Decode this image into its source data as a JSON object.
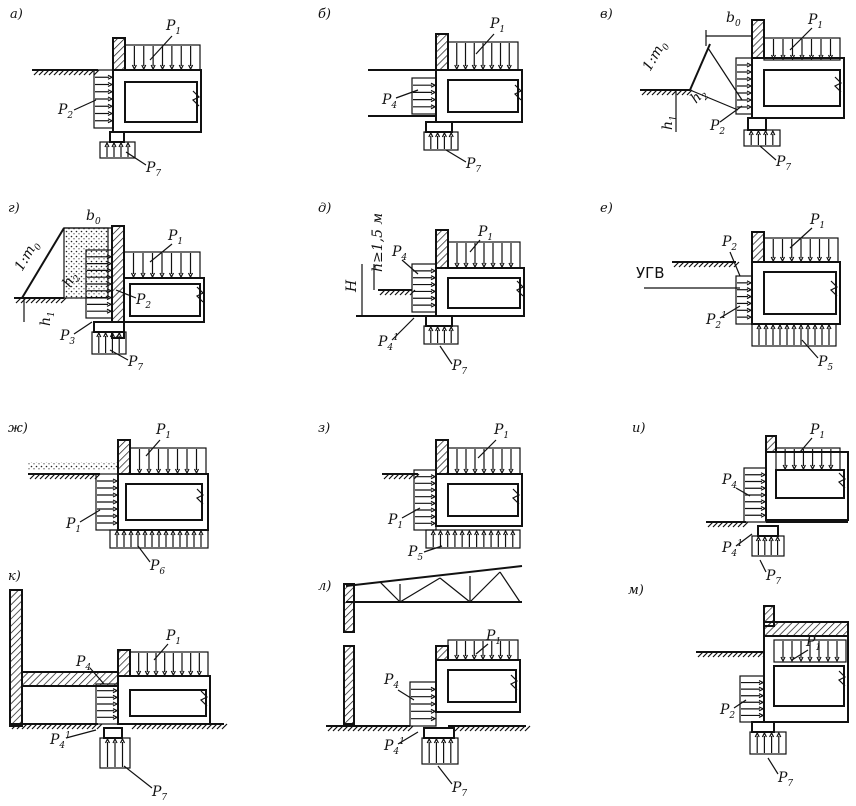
{
  "panels": [
    {
      "letter": "а)",
      "labels": [
        [
          "P",
          "1",
          ""
        ],
        [
          "P",
          "2",
          ""
        ],
        [
          "P",
          "7",
          ""
        ]
      ]
    },
    {
      "letter": "б)",
      "labels": [
        [
          "P",
          "1",
          ""
        ],
        [
          "P",
          "4",
          ""
        ],
        [
          "P",
          "7",
          ""
        ]
      ]
    },
    {
      "letter": "в)",
      "labels": [
        [
          "P",
          "1",
          ""
        ],
        [
          "P",
          "2",
          ""
        ],
        [
          "P",
          "7",
          ""
        ],
        [
          "b",
          "0",
          ""
        ],
        [
          "1:m",
          "0",
          ""
        ],
        [
          "h",
          "1",
          ""
        ],
        [
          "h",
          "2",
          ""
        ]
      ]
    },
    {
      "letter": "г)",
      "labels": [
        [
          "P",
          "1",
          ""
        ],
        [
          "P",
          "2",
          ""
        ],
        [
          "P",
          "3",
          ""
        ],
        [
          "P",
          "7",
          ""
        ],
        [
          "b",
          "0",
          ""
        ],
        [
          "1:m",
          "0",
          ""
        ],
        [
          "h",
          "1",
          ""
        ],
        [
          "h",
          "2",
          ""
        ]
      ]
    },
    {
      "letter": "д)",
      "labels": [
        [
          "P",
          "1",
          ""
        ],
        [
          "P",
          "4",
          ""
        ],
        [
          "P",
          "4",
          "1"
        ],
        [
          "P",
          "7",
          ""
        ],
        [
          "H",
          "",
          ""
        ],
        [
          "h≥1,5 м",
          "",
          ""
        ]
      ]
    },
    {
      "letter": "е)",
      "labels": [
        [
          "P",
          "1",
          ""
        ],
        [
          "P",
          "2",
          ""
        ],
        [
          "P",
          "2",
          "1"
        ],
        [
          "P",
          "5",
          ""
        ]
      ]
    },
    {
      "letter": "ж)",
      "labels": [
        [
          "P",
          "1",
          ""
        ],
        [
          "P",
          "1",
          ""
        ],
        [
          "P",
          "6",
          ""
        ]
      ]
    },
    {
      "letter": "з)",
      "labels": [
        [
          "P",
          "1",
          ""
        ],
        [
          "P",
          "1",
          ""
        ],
        [
          "P",
          "5",
          ""
        ]
      ]
    },
    {
      "letter": "и)",
      "labels": [
        [
          "P",
          "1",
          ""
        ],
        [
          "P",
          "4",
          ""
        ],
        [
          "P",
          "4",
          "1"
        ],
        [
          "P",
          "7",
          ""
        ]
      ]
    },
    {
      "letter": "к)",
      "labels": [
        [
          "P",
          "1",
          ""
        ],
        [
          "P",
          "4",
          ""
        ],
        [
          "P",
          "4",
          "1"
        ],
        [
          "P",
          "7",
          ""
        ]
      ]
    },
    {
      "letter": "л)",
      "labels": [
        [
          "P",
          "1",
          ""
        ],
        [
          "P",
          "4",
          ""
        ],
        [
          "P",
          "4",
          "1"
        ],
        [
          "P",
          "7",
          ""
        ]
      ]
    },
    {
      "letter": "м)",
      "labels": [
        [
          "P",
          "1",
          ""
        ],
        [
          "P",
          "2",
          ""
        ],
        [
          "P",
          "7",
          ""
        ]
      ]
    }
  ],
  "groundwater_label": "УГВ"
}
